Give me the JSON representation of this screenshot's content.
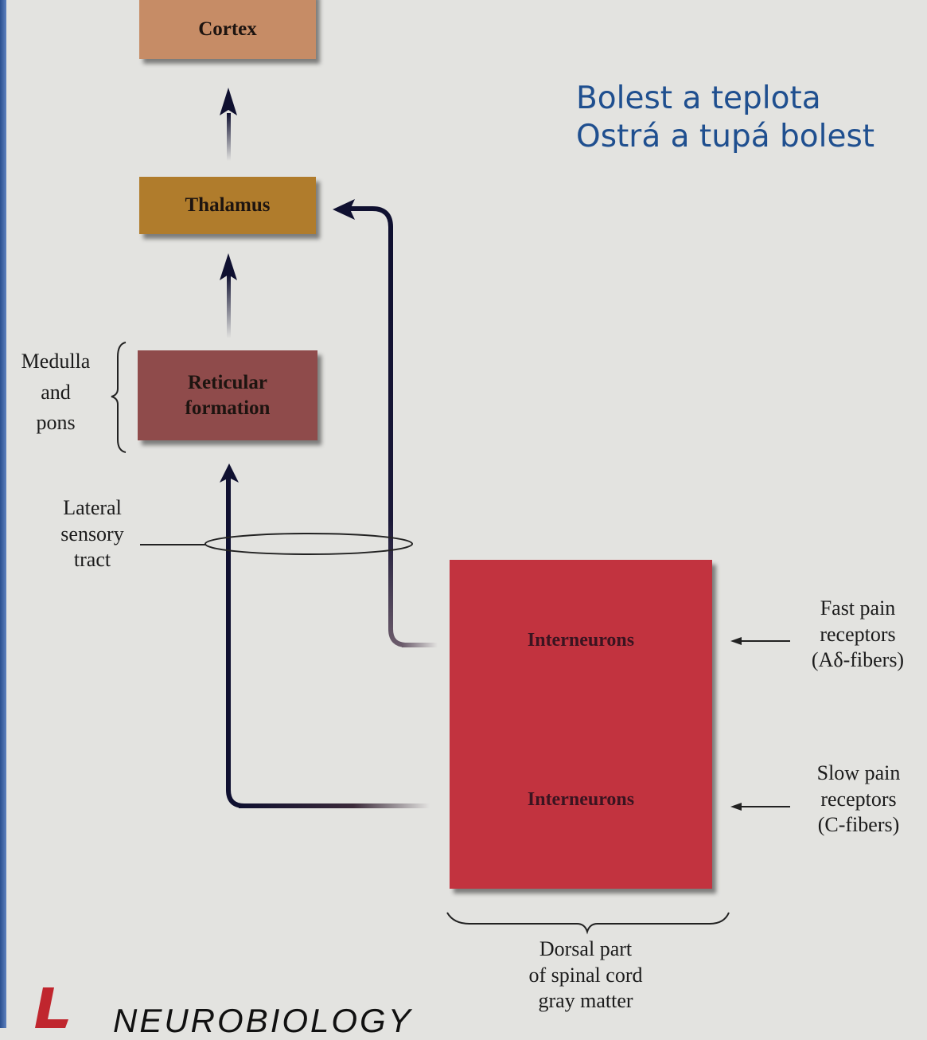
{
  "headline": {
    "line1": "Bolest a teplota",
    "line2": "Ostrá a tupá bolest",
    "color": "#1f4f8f"
  },
  "boxes": {
    "cortex": "Cortex",
    "thalamus": "Thalamus",
    "reticular_line1": "Reticular",
    "reticular_line2": "formation",
    "interneurons_upper": "Interneurons",
    "interneurons_lower": "Interneurons"
  },
  "labels": {
    "medulla": [
      "Medulla",
      "and",
      "pons"
    ],
    "lateral": [
      "Lateral",
      "sensory",
      "tract"
    ],
    "fast": [
      "Fast pain",
      "receptors",
      "(Aδ-fibers)"
    ],
    "slow": [
      "Slow pain",
      "receptors",
      "(C-fibers)"
    ],
    "dorsal": [
      "Dorsal part",
      "of spinal cord",
      "gray matter"
    ]
  },
  "logo": {
    "text": "NEUROBIOLOGY"
  },
  "colors": {
    "cortex": "#c68c66",
    "thalamus": "#b07c2c",
    "reticular": "#8f4b4b",
    "spinal_cord": "#c2333f",
    "pathway": "#0f1030",
    "accent_blue": "#1f4f8f"
  }
}
